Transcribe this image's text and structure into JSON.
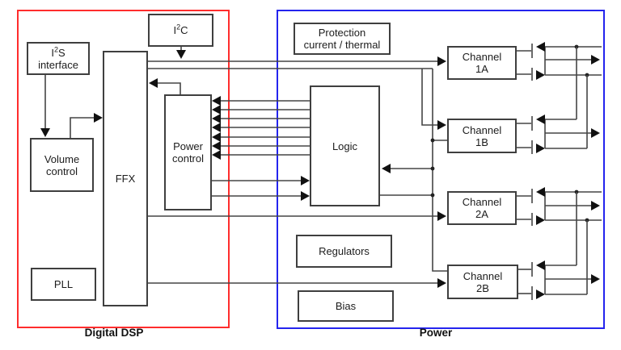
{
  "regions": {
    "dsp": {
      "label": "Digital DSP",
      "border_color": "#ff2d2d"
    },
    "power": {
      "label": "Power",
      "border_color": "#2424ee"
    }
  },
  "blocks": {
    "i2s": {
      "pre": "I",
      "sup": "2",
      "post": "S",
      "line2": "interface"
    },
    "i2c": {
      "pre": "I",
      "sup": "2",
      "post": "C"
    },
    "volume": {
      "line1": "Volume",
      "line2": "control"
    },
    "ffx": {
      "label": "FFX"
    },
    "pll": {
      "label": "PLL"
    },
    "power_control": {
      "line1": "Power",
      "line2": "control"
    },
    "protection": {
      "line1": "Protection",
      "line2": "current / thermal"
    },
    "logic": {
      "label": "Logic"
    },
    "regulators": {
      "label": "Regulators"
    },
    "bias": {
      "label": "Bias"
    },
    "channel_1a": {
      "line1": "Channel",
      "line2": "1A"
    },
    "channel_1b": {
      "line1": "Channel",
      "line2": "1B"
    },
    "channel_2a": {
      "line1": "Channel",
      "line2": "2A"
    },
    "channel_2b": {
      "line1": "Channel",
      "line2": "2B"
    }
  }
}
